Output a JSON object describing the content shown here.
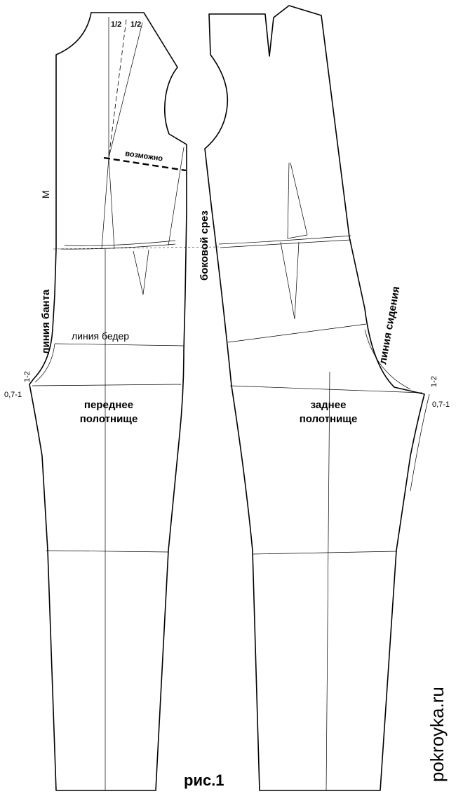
{
  "figure": {
    "caption": "рис.1",
    "site": "pokroyka.ru"
  },
  "labels": {
    "half_a": "1/2",
    "half_b": "1/2",
    "possible": "возможно",
    "m": "М",
    "bow_line": "линия банта",
    "hip_line": "линия бедер",
    "side_seam": "боковой срез",
    "seat_line": "линия сидения",
    "front_measure_top": "1-2",
    "front_measure_bottom": "0,7-1",
    "back_measure_top": "1-2",
    "back_measure_bottom": "0,7-1"
  },
  "panels": {
    "front_line1": "переднее",
    "front_line2": "полотнище",
    "back_line1": "заднее",
    "back_line2": "полотнище"
  }
}
